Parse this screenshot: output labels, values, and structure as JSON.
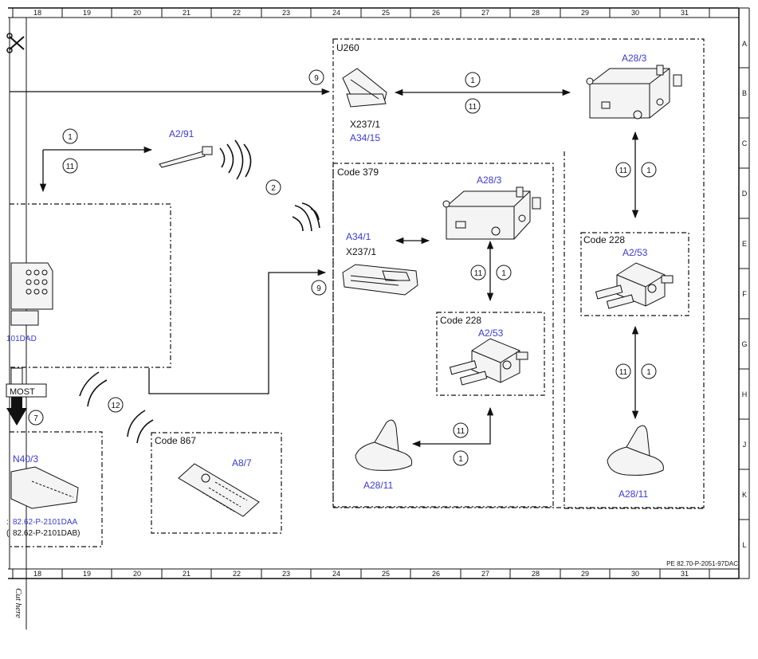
{
  "ruler": {
    "top": [
      "18",
      "19",
      "20",
      "21",
      "22",
      "23",
      "24",
      "25",
      "26",
      "27",
      "28",
      "29",
      "30",
      "31"
    ],
    "bottom": [
      "18",
      "19",
      "20",
      "21",
      "22",
      "23",
      "24",
      "25",
      "26",
      "27",
      "28",
      "29",
      "30",
      "31"
    ],
    "side": [
      "A",
      "B",
      "C",
      "D",
      "E",
      "F",
      "G",
      "H",
      "J",
      "K",
      "L"
    ]
  },
  "cut_text": "Cut here",
  "boxes": {
    "u260": "U260",
    "code379": "Code 379",
    "code228_inner": "Code 228",
    "code228_right": "Code 228",
    "code867": "Code 867"
  },
  "labels": {
    "a2_91": "A2/91",
    "x237_1_top": "X237/1",
    "a34_15": "A34/15",
    "a28_3_top": "A28/3",
    "a28_3_mid": "A28/3",
    "a34_1": "A34/1",
    "x237_1_mid": "X237/1",
    "a2_53_inner": "A2/53",
    "a2_53_right": "A2/53",
    "a28_11_left": "A28/11",
    "a28_11_right": "A28/11",
    "a8_7": "A8/7",
    "n40_3": "N40/3",
    "ref_101dad": "101DAD",
    "ref_2101daa": "82.62-P-2101DAA",
    "ref_2101dab": "82.62-P-2101DAB)",
    "most": "MOST",
    "ref_bracket_1": ":",
    "ref_bracket_2": "(",
    "doc_code": "PE 82.70-P-2051-97DAC"
  },
  "markers": {
    "m9_top": "9",
    "m1_top": "1",
    "m11_top": "11",
    "m1_left": "1",
    "m11_left": "11",
    "m2": "2",
    "m9_mid": "9",
    "m11_mid": "11",
    "m1_mid": "1",
    "m11_bot": "11",
    "m1_bot": "1",
    "m11_right_top": "11",
    "m1_right_top": "1",
    "m11_right_bot": "11",
    "m1_right_bot": "1",
    "m12": "12",
    "m7": "7"
  }
}
